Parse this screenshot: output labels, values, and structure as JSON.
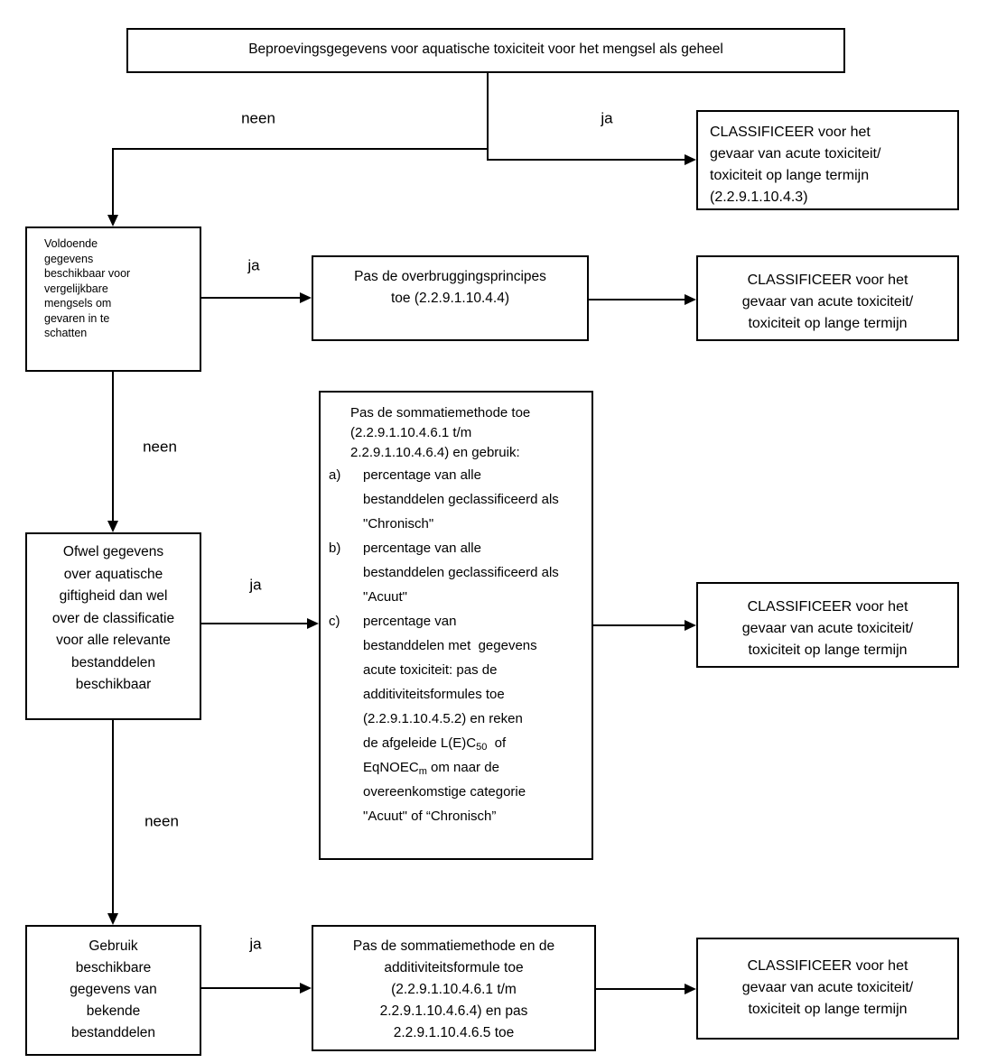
{
  "decision_labels": {
    "ja": "ja",
    "neen": "neen"
  },
  "nodes": {
    "test_data": {
      "text": "Beproevingsgegevens voor aquatische toxiciteit voor het mengsel als geheel"
    },
    "classify_ref": {
      "lines": [
        "CLASSIFICEER voor het",
        "gevaar van acute toxiciteit/",
        "toxiciteit op lange termijn",
        "(2.2.9.1.10.4.3)"
      ]
    },
    "classify": {
      "lines": [
        "CLASSIFICEER voor het",
        "gevaar van acute toxiciteit/",
        "toxiciteit op lange termijn"
      ]
    },
    "similar_mixtures": {
      "lines": [
        "Voldoende",
        "gegevens",
        "beschikbaar voor",
        "vergelijkbare",
        "mengsels om",
        "gevaren in te",
        "schatten"
      ]
    },
    "bridging": {
      "lines": [
        "Pas de overbruggingsprincipes",
        "toe (2.2.9.1.10.4.4)"
      ]
    },
    "ingredient_data": {
      "lines": [
        "Ofwel gegevens",
        "over aquatische",
        "giftigheid dan wel",
        "over de classificatie",
        "voor alle relevante",
        "bestanddelen",
        "beschikbaar"
      ]
    },
    "summation": {
      "intro": [
        "Pas de sommatiemethode toe",
        "(2.2.9.1.10.4.6.1 t/m",
        "2.2.9.1.10.4.6.4) en gebruik:"
      ],
      "item_a": {
        "marker": "a)",
        "lines": [
          "percentage van alle",
          "bestanddelen geclassificeerd als",
          "\"Chronisch\""
        ]
      },
      "item_b": {
        "marker": "b)",
        "lines": [
          "percentage van alle",
          "bestanddelen geclassificeerd als",
          "\"Acuut\""
        ]
      },
      "item_c": {
        "marker": "c)",
        "lines": [
          "percentage van",
          "bestanddelen met  gegevens",
          "acute toxiciteit: pas de",
          "additiviteitsformules toe",
          "(2.2.9.1.10.4.5.2) en reken"
        ],
        "lec_line": {
          "pre": "de afgeleide L(E)C",
          "sub": "50",
          "post": "  of"
        },
        "noec_line": {
          "pre": "EqNOEC",
          "sub": "m",
          "post": " om naar de"
        },
        "tail": [
          "overeenkomstige categorie",
          "\"Acuut\" of “Chronisch”"
        ]
      }
    },
    "known_ingredients": {
      "lines": [
        "Gebruik",
        "beschikbare",
        "gegevens van",
        "bekende",
        "bestanddelen"
      ]
    },
    "summation_additivity": {
      "lines": [
        "Pas de sommatiemethode en de",
        "additiviteitsformule toe",
        "(2.2.9.1.10.4.6.1 t/m",
        "2.2.9.1.10.4.6.4) en pas",
        "2.2.9.1.10.4.6.5 toe"
      ]
    }
  }
}
